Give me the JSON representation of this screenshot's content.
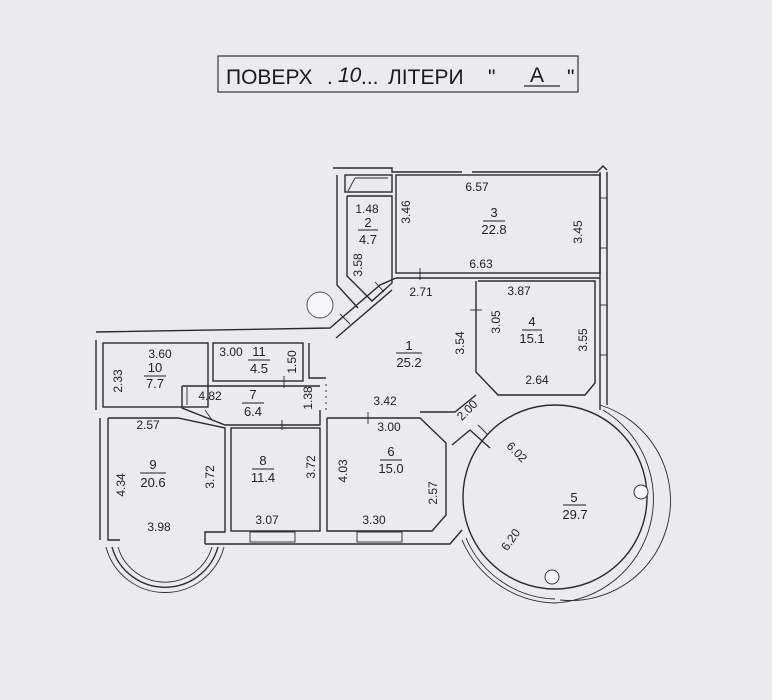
{
  "title": {
    "prefix": "ПОВЕРХ",
    "floor": "10",
    "middle": "ЛІТЕРИ",
    "letter": "А"
  },
  "rooms": {
    "r1": {
      "number": "1",
      "area": "25.2",
      "dims": [
        "2.71",
        "3.54"
      ]
    },
    "r2": {
      "number": "2",
      "area": "4.7",
      "dims": [
        "1.48",
        "3.58"
      ]
    },
    "r3": {
      "number": "3",
      "area": "22.8",
      "dims": [
        "6.57",
        "3.46",
        "3.45",
        "6.63"
      ]
    },
    "r4": {
      "number": "4",
      "area": "15.1",
      "dims": [
        "3.87",
        "3.05",
        "3.55",
        "2.64"
      ]
    },
    "r5": {
      "number": "5",
      "area": "29.7",
      "dims": [
        "2.00",
        "6.02",
        "6.20"
      ]
    },
    "r6": {
      "number": "6",
      "area": "15.0",
      "dims": [
        "3.42",
        "3.00",
        "4.03",
        "2.57",
        "3.30"
      ]
    },
    "r7": {
      "number": "7",
      "area": "6.4",
      "dims": [
        "4.82",
        "1.38"
      ]
    },
    "r8": {
      "number": "8",
      "area": "11.4",
      "dims": [
        "3.72",
        "3.07"
      ]
    },
    "r9": {
      "number": "9",
      "area": "20.6",
      "dims": [
        "2.57",
        "4.34",
        "3.72",
        "3.98"
      ]
    },
    "r10": {
      "number": "10",
      "area": "7.7",
      "dims": [
        "3.60",
        "2.33"
      ]
    },
    "r11": {
      "number": "11",
      "area": "4.5",
      "dims": [
        "3.00",
        "1.50"
      ]
    }
  }
}
